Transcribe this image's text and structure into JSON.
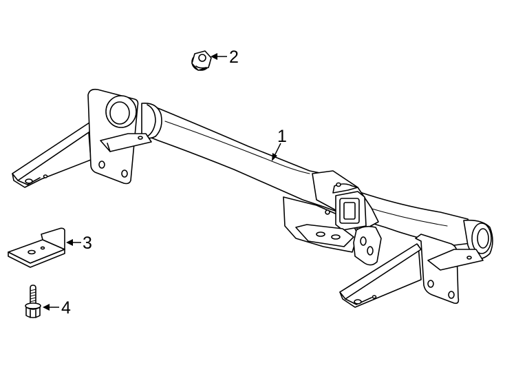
{
  "callouts": {
    "hitch_assembly": "1",
    "flange_nut": "2",
    "bracket": "3",
    "bolt": "4"
  },
  "colors": {
    "line": "#000000",
    "background": "#ffffff"
  }
}
